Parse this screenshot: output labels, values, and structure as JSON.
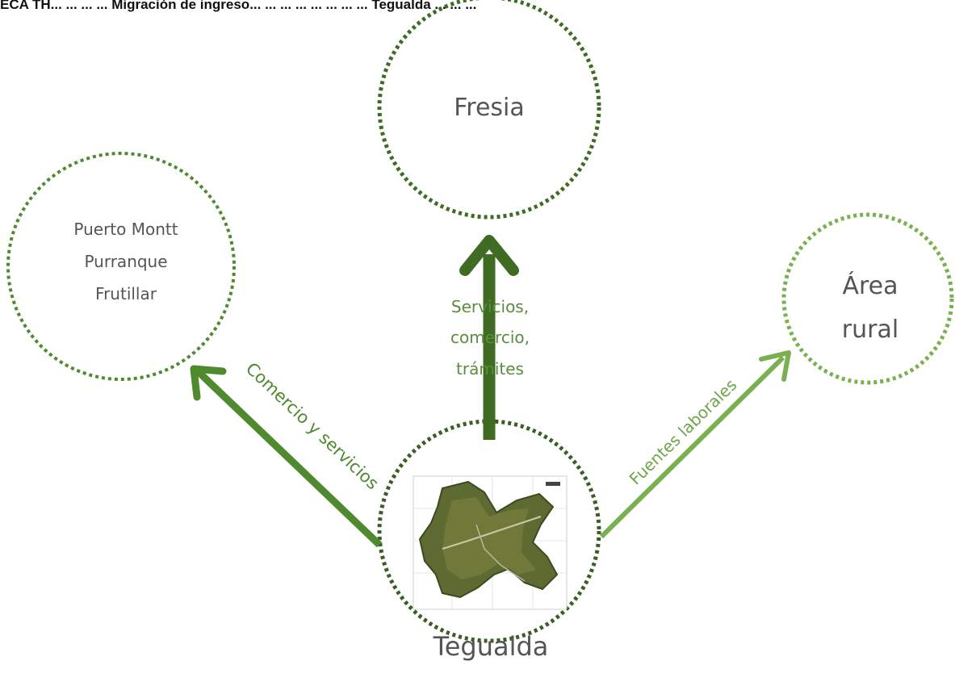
{
  "caption": "ECA TH... ... ... ... Migración de ingreso... ... ... ... ... ... ... ... Tegualda ... ... ...",
  "colors": {
    "dark_green": "#3f6b23",
    "mid_green": "#4f8a2e",
    "light_green": "#7ab050",
    "text_green": "#5a8d3c",
    "node_text": "#555555"
  },
  "nodes": {
    "fresia": {
      "label": "Fresia"
    },
    "puerto": {
      "lines": [
        "Puerto Montt",
        "Purranque",
        "Frutillar"
      ]
    },
    "rural": {
      "lines": [
        "Área",
        "rural"
      ]
    },
    "tegualda": {
      "label": "Tegualda",
      "map_icon": "town-map-image"
    }
  },
  "flows": {
    "to_fresia": {
      "lines": [
        "Servicios,",
        "comercio,",
        "trámites"
      ]
    },
    "to_puerto": {
      "label": "Comercio y servicios"
    },
    "to_rural": {
      "label": "Fuentes laborales"
    }
  }
}
